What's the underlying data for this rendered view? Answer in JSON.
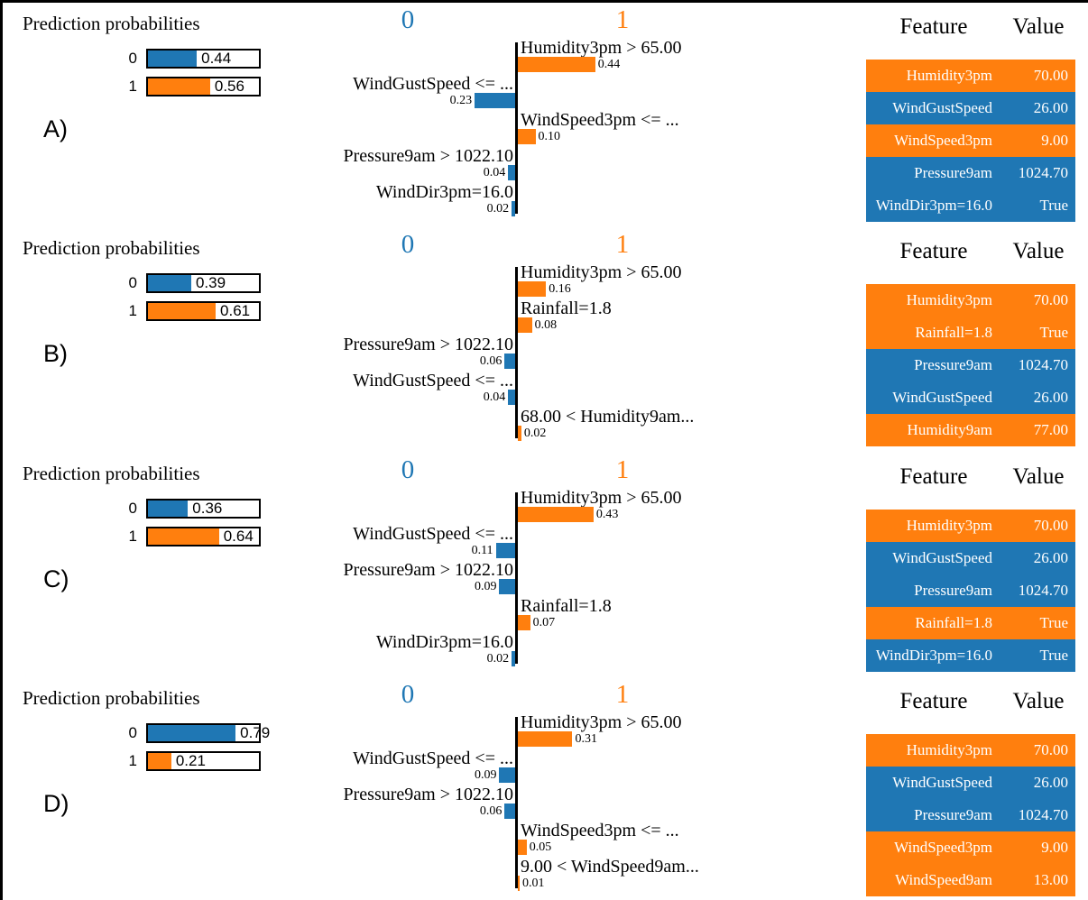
{
  "colors": {
    "class0_blue": "#1f77b4",
    "class1_orange": "#ff7f0e",
    "text_black": "#000000",
    "table_text_white": "#ffffff",
    "background_white": "#ffffff",
    "figure_border_black": "#000000"
  },
  "panels": [
    {
      "letter": "A)",
      "pred_title": "Prediction probabilities",
      "probs": [
        {
          "label": "0",
          "value": 0.44,
          "text": "0.44",
          "color": "blue"
        },
        {
          "label": "1",
          "value": 0.56,
          "text": "0.56",
          "color": "orange"
        }
      ],
      "chart": {
        "header0": "0",
        "header1": "1",
        "rows": [
          {
            "label": "Humidity3pm > 65.00",
            "value": 0.44,
            "text": "0.44",
            "side": "right"
          },
          {
            "label": "WindGustSpeed <= ...",
            "value": 0.23,
            "text": "0.23",
            "side": "left"
          },
          {
            "label": "WindSpeed3pm <= ...",
            "value": 0.1,
            "text": "0.10",
            "side": "right"
          },
          {
            "label": "Pressure9am > 1022.10",
            "value": 0.04,
            "text": "0.04",
            "side": "left"
          },
          {
            "label": "WindDir3pm=16.0",
            "value": 0.02,
            "text": "0.02",
            "side": "left"
          }
        ]
      },
      "table": {
        "header_feature": "Feature",
        "header_value": "Value",
        "rows": [
          {
            "feature": "Humidity3pm",
            "value": "70.00",
            "color": "orange"
          },
          {
            "feature": "WindGustSpeed",
            "value": "26.00",
            "color": "blue"
          },
          {
            "feature": "WindSpeed3pm",
            "value": "9.00",
            "color": "orange"
          },
          {
            "feature": "Pressure9am",
            "value": "1024.70",
            "color": "blue"
          },
          {
            "feature": "WindDir3pm=16.0",
            "value": "True",
            "color": "blue"
          }
        ]
      }
    },
    {
      "letter": "B)",
      "pred_title": "Prediction probabilities",
      "probs": [
        {
          "label": "0",
          "value": 0.39,
          "text": "0.39",
          "color": "blue"
        },
        {
          "label": "1",
          "value": 0.61,
          "text": "0.61",
          "color": "orange"
        }
      ],
      "chart": {
        "header0": "0",
        "header1": "1",
        "rows": [
          {
            "label": "Humidity3pm > 65.00",
            "value": 0.16,
            "text": "0.16",
            "side": "right"
          },
          {
            "label": "Rainfall=1.8",
            "value": 0.08,
            "text": "0.08",
            "side": "right"
          },
          {
            "label": "Pressure9am > 1022.10",
            "value": 0.06,
            "text": "0.06",
            "side": "left"
          },
          {
            "label": "WindGustSpeed <= ...",
            "value": 0.04,
            "text": "0.04",
            "side": "left"
          },
          {
            "label": "68.00 < Humidity9am...",
            "value": 0.02,
            "text": "0.02",
            "side": "right"
          }
        ]
      },
      "table": {
        "header_feature": "Feature",
        "header_value": "Value",
        "rows": [
          {
            "feature": "Humidity3pm",
            "value": "70.00",
            "color": "orange"
          },
          {
            "feature": "Rainfall=1.8",
            "value": "True",
            "color": "orange"
          },
          {
            "feature": "Pressure9am",
            "value": "1024.70",
            "color": "blue"
          },
          {
            "feature": "WindGustSpeed",
            "value": "26.00",
            "color": "blue"
          },
          {
            "feature": "Humidity9am",
            "value": "77.00",
            "color": "orange"
          }
        ]
      }
    },
    {
      "letter": "C)",
      "pred_title": "Prediction probabilities",
      "probs": [
        {
          "label": "0",
          "value": 0.36,
          "text": "0.36",
          "color": "blue"
        },
        {
          "label": "1",
          "value": 0.64,
          "text": "0.64",
          "color": "orange"
        }
      ],
      "chart": {
        "header0": "0",
        "header1": "1",
        "rows": [
          {
            "label": "Humidity3pm > 65.00",
            "value": 0.43,
            "text": "0.43",
            "side": "right"
          },
          {
            "label": "WindGustSpeed <= ...",
            "value": 0.11,
            "text": "0.11",
            "side": "left"
          },
          {
            "label": "Pressure9am > 1022.10",
            "value": 0.09,
            "text": "0.09",
            "side": "left"
          },
          {
            "label": "Rainfall=1.8",
            "value": 0.07,
            "text": "0.07",
            "side": "right"
          },
          {
            "label": "WindDir3pm=16.0",
            "value": 0.02,
            "text": "0.02",
            "side": "left"
          }
        ]
      },
      "table": {
        "header_feature": "Feature",
        "header_value": "Value",
        "rows": [
          {
            "feature": "Humidity3pm",
            "value": "70.00",
            "color": "orange"
          },
          {
            "feature": "WindGustSpeed",
            "value": "26.00",
            "color": "blue"
          },
          {
            "feature": "Pressure9am",
            "value": "1024.70",
            "color": "blue"
          },
          {
            "feature": "Rainfall=1.8",
            "value": "True",
            "color": "orange"
          },
          {
            "feature": "WindDir3pm=16.0",
            "value": "True",
            "color": "blue"
          }
        ]
      }
    },
    {
      "letter": "D)",
      "pred_title": "Prediction probabilities",
      "probs": [
        {
          "label": "0",
          "value": 0.79,
          "text": "0.79",
          "color": "blue"
        },
        {
          "label": "1",
          "value": 0.21,
          "text": "0.21",
          "color": "orange"
        }
      ],
      "chart": {
        "header0": "0",
        "header1": "1",
        "rows": [
          {
            "label": "Humidity3pm > 65.00",
            "value": 0.31,
            "text": "0.31",
            "side": "right"
          },
          {
            "label": "WindGustSpeed <= ...",
            "value": 0.09,
            "text": "0.09",
            "side": "left"
          },
          {
            "label": "Pressure9am > 1022.10",
            "value": 0.06,
            "text": "0.06",
            "side": "left"
          },
          {
            "label": "WindSpeed3pm <= ...",
            "value": 0.05,
            "text": "0.05",
            "side": "right"
          },
          {
            "label": "9.00 < WindSpeed9am...",
            "value": 0.01,
            "text": "0.01",
            "side": "right"
          }
        ]
      },
      "table": {
        "header_feature": "Feature",
        "header_value": "Value",
        "rows": [
          {
            "feature": "Humidity3pm",
            "value": "70.00",
            "color": "orange"
          },
          {
            "feature": "WindGustSpeed",
            "value": "26.00",
            "color": "blue"
          },
          {
            "feature": "Pressure9am",
            "value": "1024.70",
            "color": "blue"
          },
          {
            "feature": "WindSpeed3pm",
            "value": "9.00",
            "color": "orange"
          },
          {
            "feature": "WindSpeed9am",
            "value": "13.00",
            "color": "orange"
          }
        ]
      }
    }
  ],
  "chart_data": [
    {
      "panel": "A",
      "type": "bar",
      "title": "Prediction probabilities",
      "legend": [
        {
          "class": "0",
          "color": "#1f77b4"
        },
        {
          "class": "1",
          "color": "#ff7f0e"
        }
      ],
      "prediction_probabilities": {
        "0": 0.44,
        "1": 0.56
      },
      "feature_contributions": [
        {
          "feature": "Humidity3pm > 65.00",
          "class": "1",
          "weight": 0.44
        },
        {
          "feature": "WindGustSpeed <= ...",
          "class": "0",
          "weight": 0.23
        },
        {
          "feature": "WindSpeed3pm <= ...",
          "class": "1",
          "weight": 0.1
        },
        {
          "feature": "Pressure9am > 1022.10",
          "class": "0",
          "weight": 0.04
        },
        {
          "feature": "WindDir3pm=16.0",
          "class": "0",
          "weight": 0.02
        }
      ],
      "feature_values": [
        {
          "feature": "Humidity3pm",
          "value": "70.00",
          "class": "1"
        },
        {
          "feature": "WindGustSpeed",
          "value": "26.00",
          "class": "0"
        },
        {
          "feature": "WindSpeed3pm",
          "value": "9.00",
          "class": "1"
        },
        {
          "feature": "Pressure9am",
          "value": "1024.70",
          "class": "0"
        },
        {
          "feature": "WindDir3pm=16.0",
          "value": "True",
          "class": "0"
        }
      ]
    },
    {
      "panel": "B",
      "type": "bar",
      "title": "Prediction probabilities",
      "legend": [
        {
          "class": "0",
          "color": "#1f77b4"
        },
        {
          "class": "1",
          "color": "#ff7f0e"
        }
      ],
      "prediction_probabilities": {
        "0": 0.39,
        "1": 0.61
      },
      "feature_contributions": [
        {
          "feature": "Humidity3pm > 65.00",
          "class": "1",
          "weight": 0.16
        },
        {
          "feature": "Rainfall=1.8",
          "class": "1",
          "weight": 0.08
        },
        {
          "feature": "Pressure9am > 1022.10",
          "class": "0",
          "weight": 0.06
        },
        {
          "feature": "WindGustSpeed <= ...",
          "class": "0",
          "weight": 0.04
        },
        {
          "feature": "68.00 < Humidity9am...",
          "class": "1",
          "weight": 0.02
        }
      ],
      "feature_values": [
        {
          "feature": "Humidity3pm",
          "value": "70.00",
          "class": "1"
        },
        {
          "feature": "Rainfall=1.8",
          "value": "True",
          "class": "1"
        },
        {
          "feature": "Pressure9am",
          "value": "1024.70",
          "class": "0"
        },
        {
          "feature": "WindGustSpeed",
          "value": "26.00",
          "class": "0"
        },
        {
          "feature": "Humidity9am",
          "value": "77.00",
          "class": "1"
        }
      ]
    },
    {
      "panel": "C",
      "type": "bar",
      "title": "Prediction probabilities",
      "legend": [
        {
          "class": "0",
          "color": "#1f77b4"
        },
        {
          "class": "1",
          "color": "#ff7f0e"
        }
      ],
      "prediction_probabilities": {
        "0": 0.36,
        "1": 0.64
      },
      "feature_contributions": [
        {
          "feature": "Humidity3pm > 65.00",
          "class": "1",
          "weight": 0.43
        },
        {
          "feature": "WindGustSpeed <= ...",
          "class": "0",
          "weight": 0.11
        },
        {
          "feature": "Pressure9am > 1022.10",
          "class": "0",
          "weight": 0.09
        },
        {
          "feature": "Rainfall=1.8",
          "class": "1",
          "weight": 0.07
        },
        {
          "feature": "WindDir3pm=16.0",
          "class": "0",
          "weight": 0.02
        }
      ],
      "feature_values": [
        {
          "feature": "Humidity3pm",
          "value": "70.00",
          "class": "1"
        },
        {
          "feature": "WindGustSpeed",
          "value": "26.00",
          "class": "0"
        },
        {
          "feature": "Pressure9am",
          "value": "1024.70",
          "class": "0"
        },
        {
          "feature": "Rainfall=1.8",
          "value": "True",
          "class": "1"
        },
        {
          "feature": "WindDir3pm=16.0",
          "value": "True",
          "class": "0"
        }
      ]
    },
    {
      "panel": "D",
      "type": "bar",
      "title": "Prediction probabilities",
      "legend": [
        {
          "class": "0",
          "color": "#1f77b4"
        },
        {
          "class": "1",
          "color": "#ff7f0e"
        }
      ],
      "prediction_probabilities": {
        "0": 0.79,
        "1": 0.21
      },
      "feature_contributions": [
        {
          "feature": "Humidity3pm > 65.00",
          "class": "1",
          "weight": 0.31
        },
        {
          "feature": "WindGustSpeed <= ...",
          "class": "0",
          "weight": 0.09
        },
        {
          "feature": "Pressure9am > 1022.10",
          "class": "0",
          "weight": 0.06
        },
        {
          "feature": "WindSpeed3pm <= ...",
          "class": "1",
          "weight": 0.05
        },
        {
          "feature": "9.00 < WindSpeed9am...",
          "class": "1",
          "weight": 0.01
        }
      ],
      "feature_values": [
        {
          "feature": "Humidity3pm",
          "value": "70.00",
          "class": "1"
        },
        {
          "feature": "WindGustSpeed",
          "value": "26.00",
          "class": "0"
        },
        {
          "feature": "Pressure9am",
          "value": "1024.70",
          "class": "0"
        },
        {
          "feature": "WindSpeed3pm",
          "value": "9.00",
          "class": "1"
        },
        {
          "feature": "WindSpeed9am",
          "value": "13.00",
          "class": "1"
        }
      ]
    }
  ]
}
